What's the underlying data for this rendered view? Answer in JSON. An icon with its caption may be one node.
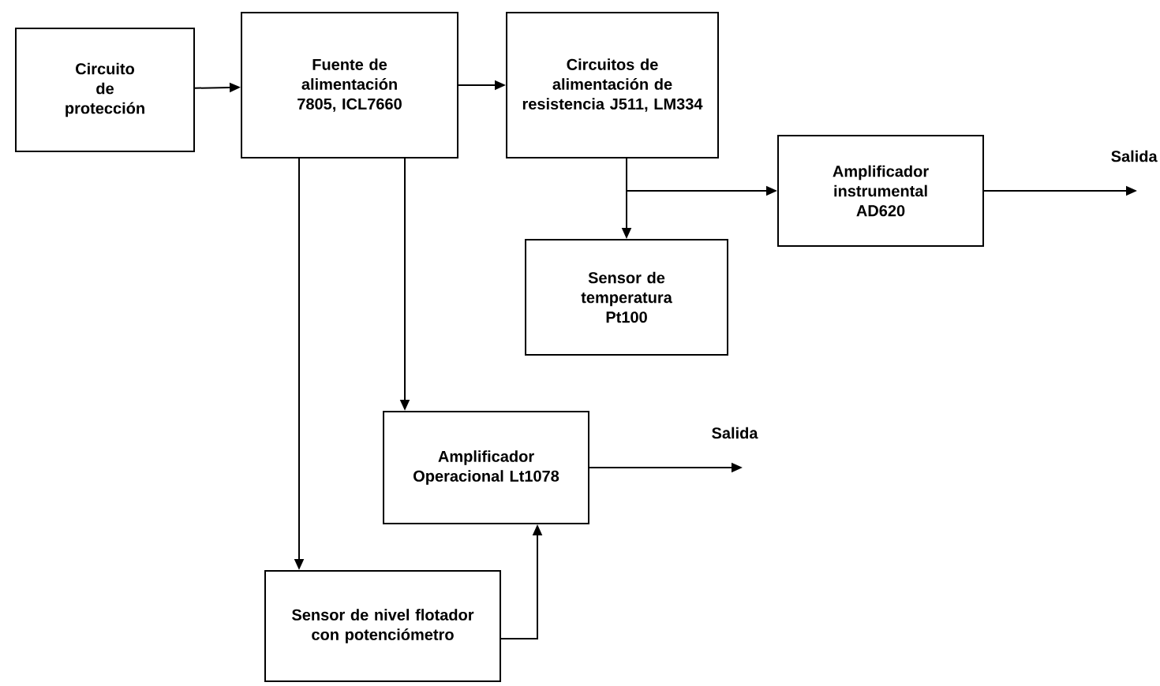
{
  "diagram": {
    "nodes": [
      {
        "text": [
          "Circuito de protección"
        ]
      },
      {
        "text": [
          "Fuente de alimentación 7805, ICL7660"
        ]
      },
      {
        "text": [
          "Circuitos de alimentación de resistencia J511, LM334"
        ]
      },
      {
        "text": [
          "Sensor de temperatura Pt100"
        ]
      },
      {
        "text": [
          "Amplificador instrumental AD620"
        ]
      },
      {
        "text": [
          "Amplificador Operacional Lt1078"
        ]
      },
      {
        "text": [
          "Sensor de nivel flotador con potenciómetro"
        ]
      }
    ],
    "edges": [
      {
        "from": 0,
        "to": 1,
        "arrow": "to"
      },
      {
        "from": 1,
        "to": 2,
        "arrow": "to"
      },
      {
        "from": 2,
        "to": 3,
        "arrow": "to"
      },
      {
        "from": 2,
        "to": 4,
        "arrow": "to"
      },
      {
        "from": 4,
        "to": null,
        "arrow": "to",
        "label": "Salida"
      },
      {
        "from": 1,
        "to": 6,
        "arrow": "to"
      },
      {
        "from": 1,
        "to": 5,
        "arrow": "to"
      },
      {
        "from": 6,
        "to": 5,
        "arrow": "to"
      },
      {
        "from": 5,
        "to": null,
        "arrow": "to",
        "label": "Salida"
      }
    ]
  }
}
